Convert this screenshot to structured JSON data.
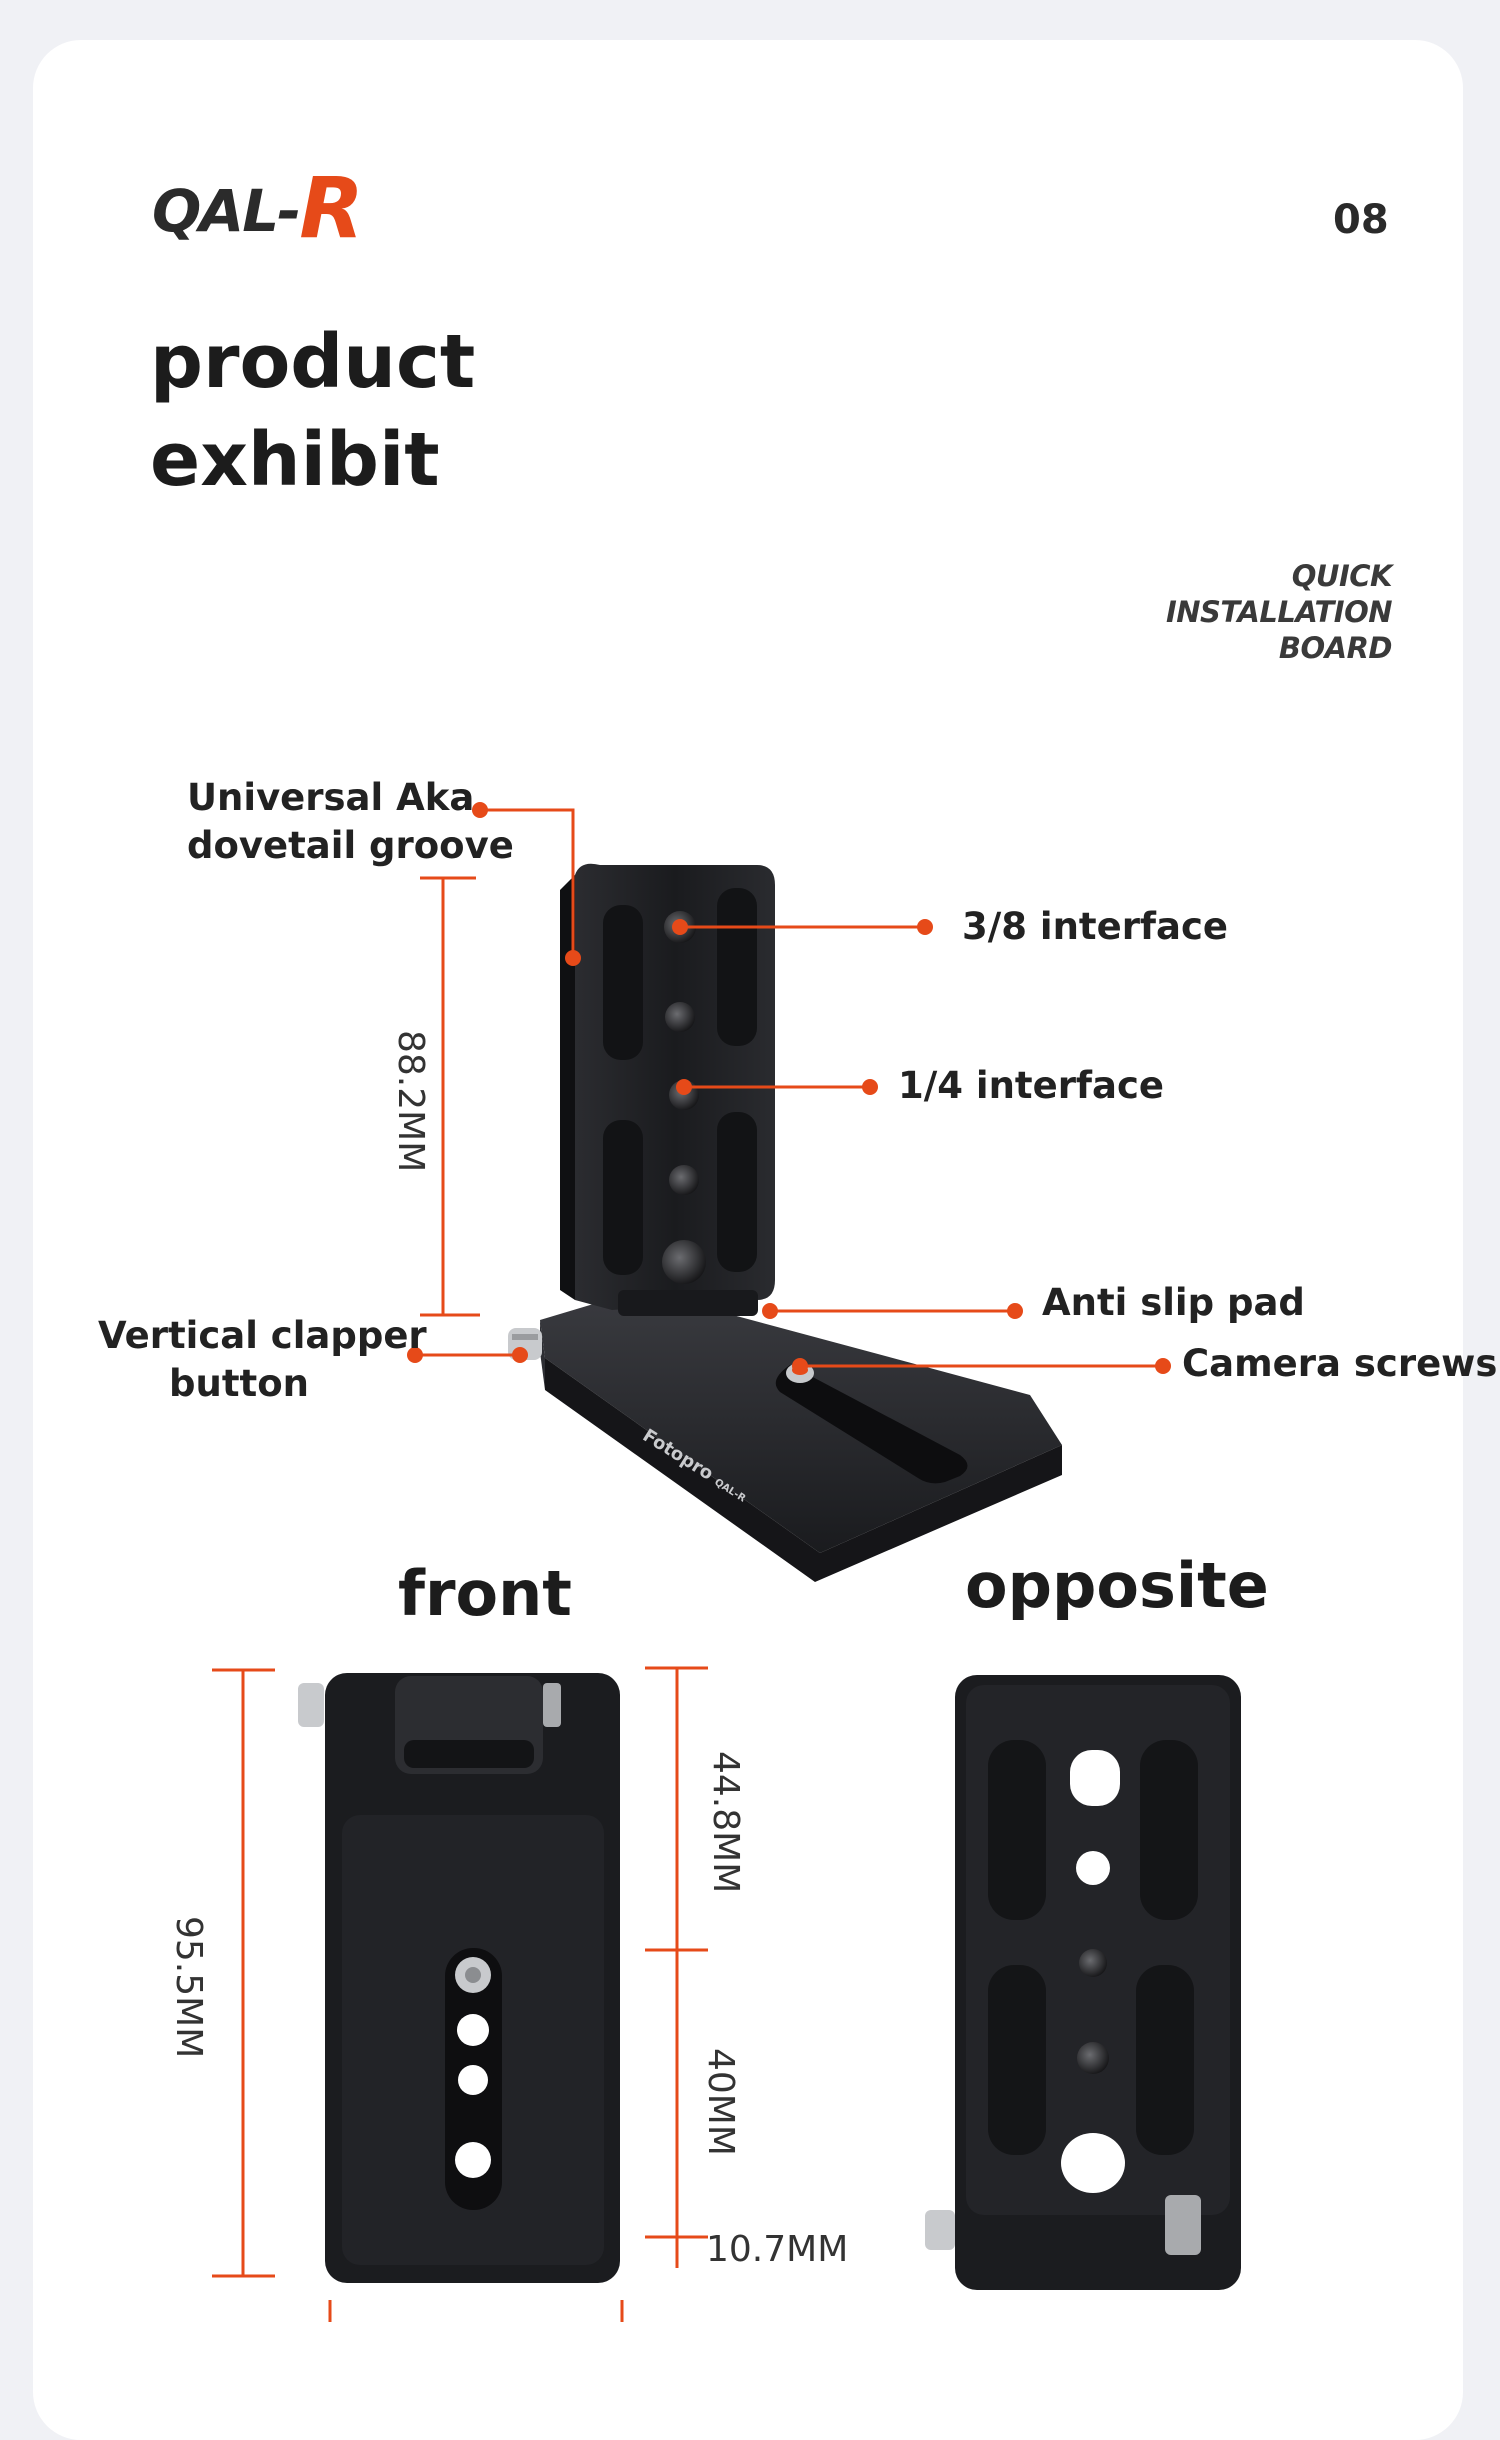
{
  "header": {
    "logo_text": "QAL-",
    "logo_accent": "R",
    "page_number": "08",
    "title_line1": "product",
    "title_line2": "exhibit",
    "tagline": [
      "QUICK",
      "INSTALLATION",
      "BOARD"
    ]
  },
  "callouts": {
    "dovetail_line1": "Universal Aka",
    "dovetail_line2": "dovetail groove",
    "interface_38": "3/8 interface",
    "interface_14": "1/4 interface",
    "anti_slip": "Anti slip pad",
    "camera_screws": "Camera screws",
    "clapper_line1": "Vertical clapper",
    "clapper_line2": "button"
  },
  "dimensions": {
    "height_main": "88.2MM",
    "front_height": "95.5MM",
    "upper_segment": "44.8MM",
    "middle_segment": "40MM",
    "lower_segment": "10.7MM"
  },
  "views": {
    "front_label": "front",
    "opposite_label": "opposite"
  },
  "product": {
    "brand_engraving": "Fotopro",
    "model_engraving": "QAL-R"
  },
  "colors": {
    "accent": "#e64a19",
    "plate": "#1c1d20",
    "background": "#f0f1f5"
  }
}
